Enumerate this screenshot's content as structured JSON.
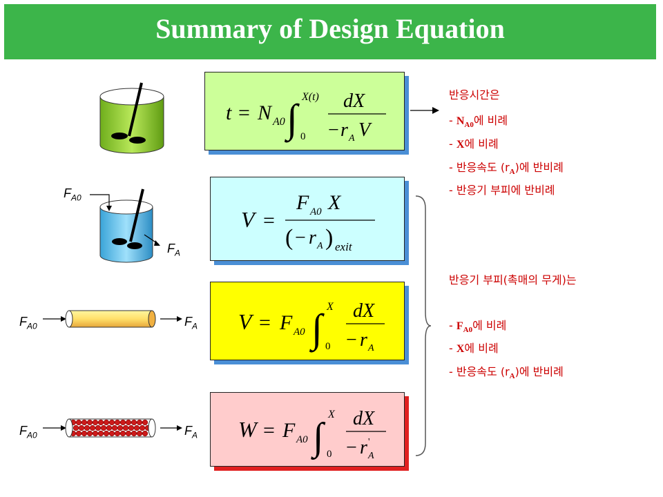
{
  "header": {
    "title": "Summary of Design Equation"
  },
  "equations": {
    "batch": "t = N_A0 ∫_0^X(t) dX / (−r_A V)",
    "cstr": "V = F_A0 X / (−r_A)_exit",
    "pfr": "V = F_A0 ∫_0^X dX / (−r_A)",
    "pbr": "W = F_A0 ∫_0^X dX / (−r'_A)"
  },
  "labels": {
    "fa0": "F",
    "fa0_sub": "A0",
    "fa": "F",
    "fa_sub": "A"
  },
  "notes_batch": {
    "heading": "반응시간은",
    "items": [
      {
        "dash": "- ",
        "pre": "N",
        "sub": "A0",
        "post": "에 비례"
      },
      {
        "dash": "- ",
        "pre": "X",
        "sub": "",
        "post": "에 비례"
      },
      {
        "dash": "- ",
        "pre": "반응속도 (r",
        "sub": "A",
        "post": ")에 반비례"
      },
      {
        "dash": "- ",
        "pre": "반응기 부피에 반비례",
        "sub": "",
        "post": ""
      }
    ]
  },
  "notes_flow": {
    "heading": "반응기 부피(촉매의 무게)는",
    "items": [
      {
        "dash": "- ",
        "pre": "F",
        "sub": "A0",
        "post": "에 비례"
      },
      {
        "dash": "- ",
        "pre": "X",
        "sub": "",
        "post": "에 비례"
      },
      {
        "dash": "- ",
        "pre": "반응속도 (r",
        "sub": "A",
        "post": ")에 반비례"
      }
    ]
  },
  "colors": {
    "title_bg": "#3cb54a",
    "batch_box": "#ccff99",
    "cstr_box": "#ccffff",
    "pfr_box": "#ffff00",
    "pbr_box": "#ffcccc",
    "note_text": "#cc0000"
  }
}
